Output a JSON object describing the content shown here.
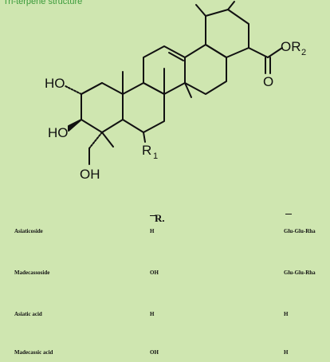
{
  "caption": "Tri-terpene structure",
  "structure_labels": {
    "or2": "OR",
    "or2_sub": "2",
    "carbonyl_o": "O",
    "ho1": "HO",
    "ho2": "HO",
    "r1": "R",
    "r1_sub": "1",
    "oh": "OH"
  },
  "table": {
    "header_r1": "R.",
    "rows": [
      {
        "name": "Asiaticoside",
        "r1": "H",
        "r2": "Glu-Glu-Rha"
      },
      {
        "name": "Madecassoside",
        "r1": "OH",
        "r2": "Glu-Glu-Rha"
      },
      {
        "name": "Asiatic acid",
        "r1": "H",
        "r2": "H"
      },
      {
        "name": "Madecassic acid",
        "r1": "OH",
        "r2": "H"
      }
    ]
  }
}
